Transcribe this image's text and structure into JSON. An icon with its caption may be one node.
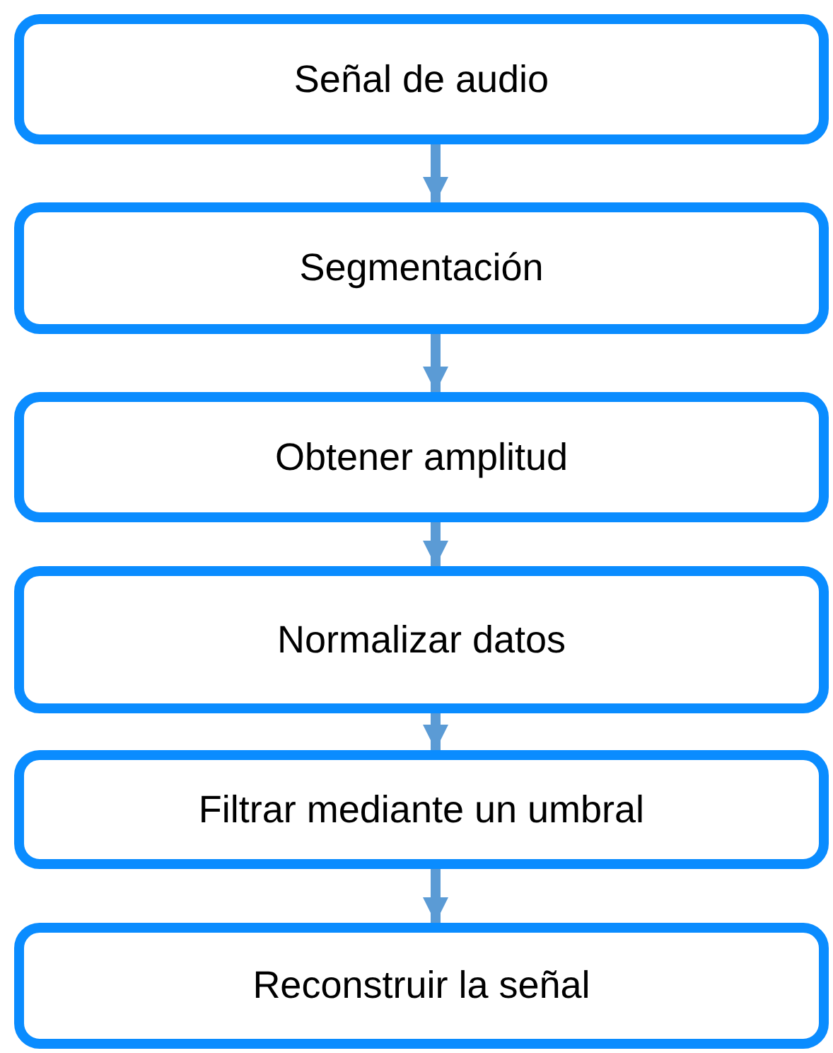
{
  "diagram": {
    "nodes": [
      {
        "text": [
          "Señal de audio"
        ]
      },
      {
        "text": [
          "Segmentación"
        ]
      },
      {
        "text": [
          "Obtener amplitud"
        ]
      },
      {
        "text": [
          "Normalizar datos"
        ]
      },
      {
        "text": [
          "Filtrar mediante un umbral"
        ]
      },
      {
        "text": [
          "Reconstruir la señal"
        ]
      }
    ],
    "edges": [
      {
        "from": 0,
        "to": 1,
        "arrow": "to"
      },
      {
        "from": 1,
        "to": 2,
        "arrow": "to"
      },
      {
        "from": 2,
        "to": 3,
        "arrow": "to"
      },
      {
        "from": 3,
        "to": 4,
        "arrow": "to"
      },
      {
        "from": 4,
        "to": 5,
        "arrow": "to"
      }
    ]
  }
}
